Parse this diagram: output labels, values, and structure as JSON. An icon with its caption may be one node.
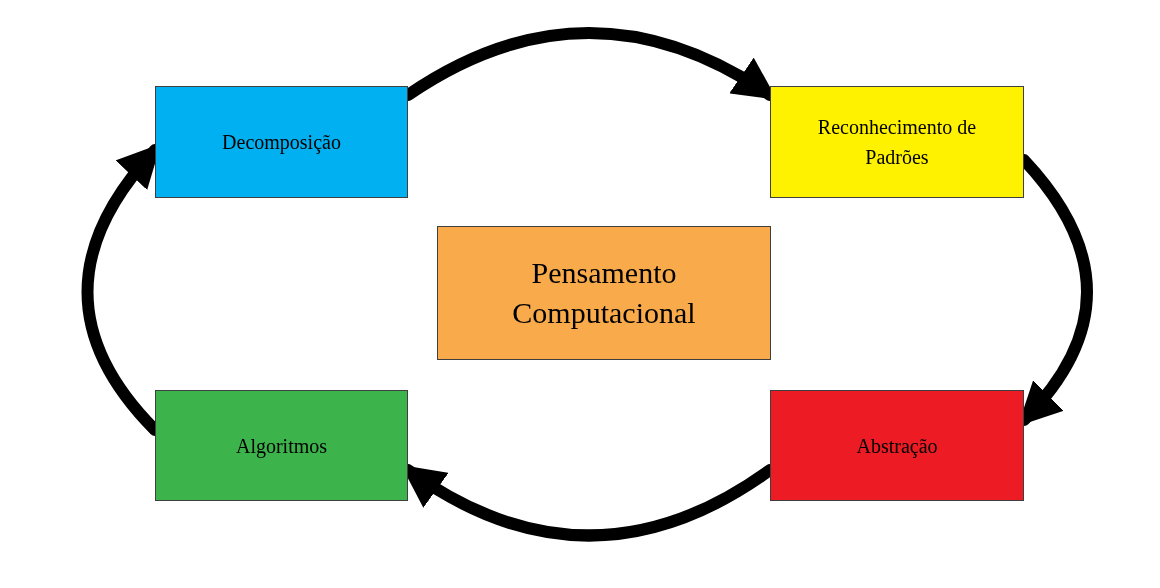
{
  "diagram": {
    "nodes": [
      {
        "text": [
          "Decomposição"
        ]
      },
      {
        "text": [
          "Reconhecimento de Padrões"
        ]
      },
      {
        "text": [
          "Pensamento Computacional"
        ]
      },
      {
        "text": [
          "Algoritmos"
        ]
      },
      {
        "text": [
          "Abstração"
        ]
      }
    ],
    "edges": [
      {
        "from": 0,
        "to": 1,
        "arrow": "to"
      },
      {
        "from": 1,
        "to": 4,
        "arrow": "to"
      },
      {
        "from": 4,
        "to": 3,
        "arrow": "to"
      },
      {
        "from": 3,
        "to": 0,
        "arrow": "to"
      }
    ]
  }
}
